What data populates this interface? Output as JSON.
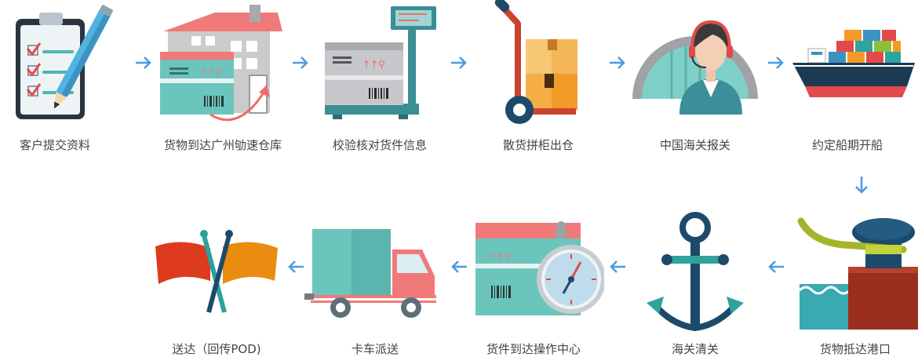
{
  "row1": [
    {
      "label": "客户提交资料",
      "icon": "clipboard-checklist-icon"
    },
    {
      "label": "货物到达广州劬速仓库",
      "icon": "warehouse-boxes-icon"
    },
    {
      "label": "校验核对货件信息",
      "icon": "weighing-scale-icon"
    },
    {
      "label": "散货拼柜出仓",
      "icon": "hand-truck-icon"
    },
    {
      "label": "中国海关报关",
      "icon": "customs-agent-icon"
    },
    {
      "label": "约定船期开船",
      "icon": "cargo-ship-icon"
    }
  ],
  "row2": [
    {
      "label": "货物抵达港口",
      "icon": "bollard-rope-icon"
    },
    {
      "label": "海关清关",
      "icon": "anchor-icon"
    },
    {
      "label": "货件到达操作中心",
      "icon": "stopwatch-box-icon"
    },
    {
      "label": "卡车派送",
      "icon": "delivery-truck-icon"
    },
    {
      "label": "送达（回传POD)",
      "icon": "finish-flags-icon"
    }
  ],
  "colors": {
    "arrow": "#4a9be0",
    "teal": "#4fb5b0",
    "coral": "#f06a6a",
    "orange": "#f2a33a",
    "navy": "#1d4a6b",
    "label": "#444444"
  }
}
